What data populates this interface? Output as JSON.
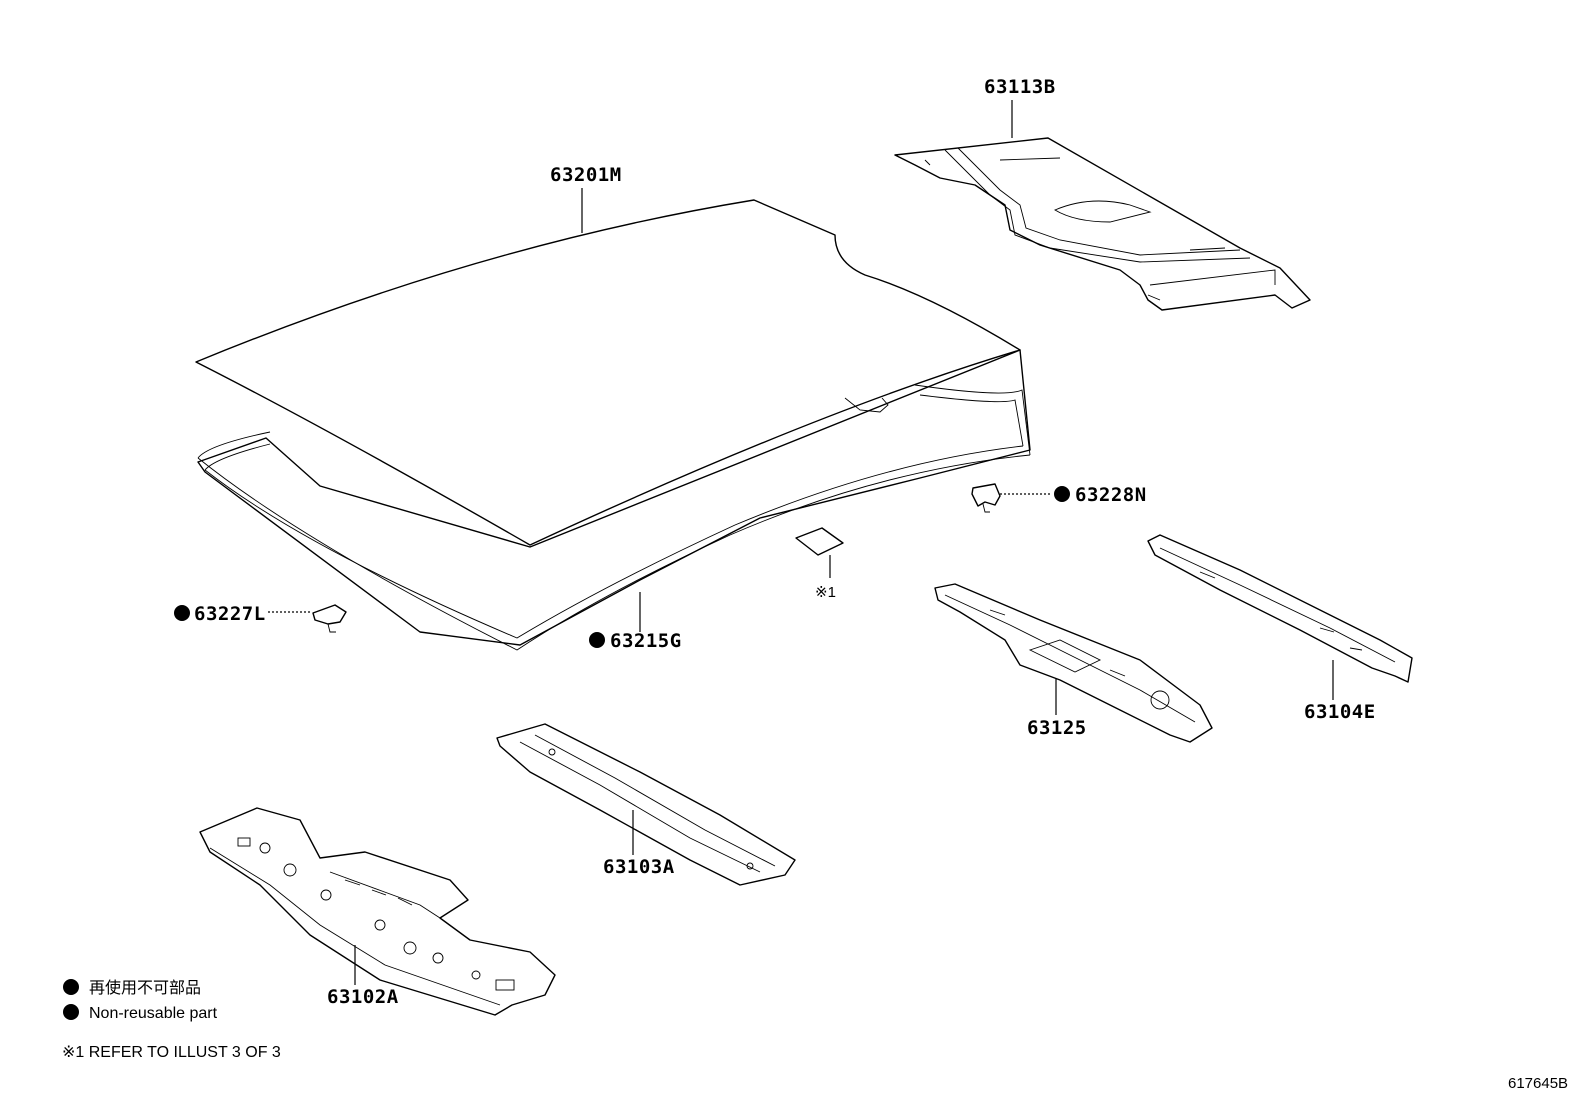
{
  "parts": {
    "p63113B": "63113B",
    "p63201M": "63201M",
    "p63228N": "63228N",
    "p63227L": "63227L",
    "p63215G": "63215G",
    "ref1": "※1",
    "p63125": "63125",
    "p63104E": "63104E",
    "p63103A": "63103A",
    "p63102A": "63102A"
  },
  "legend": {
    "jp": "再使用不可部品",
    "en": "Non-reusable part",
    "ref_note": "※1 REFER TO ILLUST 3 OF 3"
  },
  "illustration_code": "617645B",
  "non_reusable_marks": [
    "63228N",
    "63227L",
    "63215G"
  ]
}
